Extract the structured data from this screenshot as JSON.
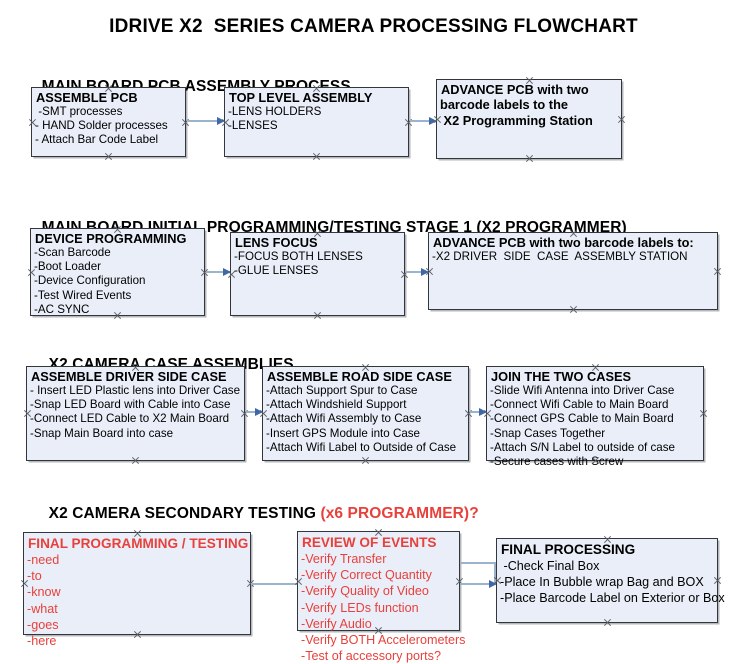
{
  "document": {
    "title": "IDRIVE X2  SERIES CAMERA PROCESSING FLOWCHART",
    "accent_color": "#e8413c",
    "node_fill": "#e9eef8",
    "node_border": "#33373d",
    "connector_color": "#9bb3cc"
  },
  "sections": [
    {
      "id": "main-board-pcb-assembly-process",
      "heading": "MAIN BOARD PCB ASSEMBLY PROCESS",
      "heading_accent": ""
    },
    {
      "id": "main-board-initial-programming",
      "heading": "MAIN BOARD INITIAL PROGRAMMING/TESTING STAGE 1 (X2 PROGRAMMER)",
      "heading_accent": ""
    },
    {
      "id": "x2-camera-case-assemblies",
      "heading": "X2 CAMERA CASE ASSEMBLIES",
      "heading_accent": ""
    },
    {
      "id": "x2-camera-secondary-testing",
      "heading": "X2 CAMERA SECONDARY TESTING ",
      "heading_accent": "(x6 PROGRAMMER)?"
    }
  ],
  "nodes": {
    "assemble_pcb": {
      "title": "ASSEMBLE PCB",
      "lines": [
        " -SMT processes",
        "- HAND Solder processes",
        "- Attach Bar Code Label"
      ]
    },
    "top_level_assembly": {
      "title": "TOP LEVEL ASSEMBLY",
      "lines": [
        "-LENS HOLDERS",
        "-LENSES"
      ]
    },
    "advance_pcb_station": {
      "title": "ADVANCE PCB with two",
      "lines": [
        "barcode labels to the",
        " X2 Programming Station"
      ]
    },
    "device_programming": {
      "title": "DEVICE PROGRAMMING",
      "lines": [
        "-Scan Barcode",
        "-Boot Loader",
        "-Device Configuration",
        "-Test Wired Events",
        "-AC SYNC"
      ]
    },
    "lens_focus": {
      "title": "LENS FOCUS",
      "lines": [
        "-FOCUS BOTH LENSES",
        "-GLUE LENSES"
      ]
    },
    "advance_pcb_driver_side": {
      "title": "ADVANCE PCB with two barcode labels to:",
      "lines": [
        "-X2 DRIVER  SIDE  CASE  ASSEMBLY STATION"
      ]
    },
    "assemble_driver_side_case": {
      "title": "ASSEMBLE DRIVER SIDE CASE",
      "lines": [
        "- Insert LED Plastic lens into Driver Case",
        "-Snap LED Board with Cable into Case",
        "-Connect LED Cable to X2 Main Board",
        "-Snap Main Board into case"
      ]
    },
    "assemble_road_side_case": {
      "title": "ASSEMBLE ROAD SIDE CASE",
      "lines": [
        "-Attach Support Spur to Case",
        "-Attach Windshield Support",
        "-Attach Wifi Assembly to Case",
        "-Insert GPS Module into Case",
        "-Attach Wifi Label to Outside of Case"
      ]
    },
    "join_the_two_cases": {
      "title": "JOIN THE TWO CASES",
      "lines": [
        "-Slide Wifi Antenna into Driver Case",
        "-Connect Wifi Cable to Main Board",
        "-Connect GPS Cable to Main Board",
        "-Snap Cases Together",
        "-Attach S/N Label to outside of case",
        "-Secure cases with Screw"
      ]
    },
    "final_programming_testing": {
      "title": "FINAL PROGRAMMING / TESTING",
      "lines": [
        "-need",
        "-to",
        "-know",
        "-what",
        "-goes",
        "-here"
      ]
    },
    "review_of_events": {
      "title": "REVIEW OF EVENTS",
      "lines": [
        "-Verify Transfer",
        "-Verify Correct Quantity",
        "-Verify Quality of Video",
        "-Verify LEDs function",
        "-Verify Audio",
        "-Verify BOTH Accelerometers",
        "-Test of accessory ports?"
      ]
    },
    "final_processing": {
      "title": "FINAL PROCESSING",
      "lines": [
        " -Check Final Box",
        "-Place In Bubble wrap Bag and BOX",
        "-Place Barcode Label on Exterior or Box"
      ]
    }
  }
}
